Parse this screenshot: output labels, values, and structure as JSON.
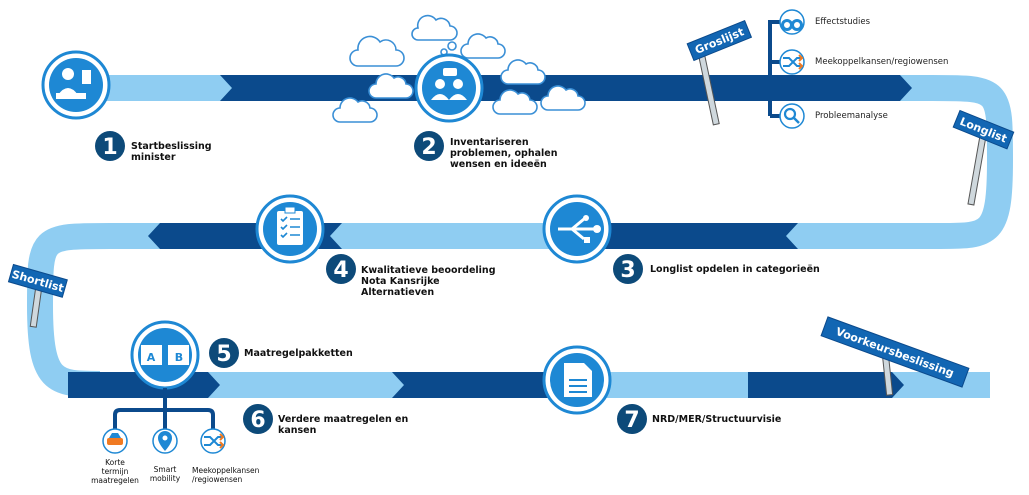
{
  "steps": [
    {
      "num": "1",
      "label": "Startbeslissing\nminister"
    },
    {
      "num": "2",
      "label": "Inventariseren\nproblemen, ophalen\nwensen en ideeën"
    },
    {
      "num": "3",
      "label": "Longlist opdelen in categorieën"
    },
    {
      "num": "4",
      "label": "Kwalitatieve beoordeling\nNota Kansrijke\nAlternatieven"
    },
    {
      "num": "5",
      "label": "Maatregelpakketten"
    },
    {
      "num": "6",
      "label": "Verdere maatregelen en\nkansen"
    },
    {
      "num": "7",
      "label": "NRD/MER/Structuurvisie"
    }
  ],
  "signs": {
    "groslijst": "Groslijst",
    "longlist": "Longlist",
    "shortlist": "Shortlist",
    "voorkeur": "Voorkeursbeslissing"
  },
  "branch_top": [
    {
      "label": "Effectstudies",
      "icon": "binoculars-icon"
    },
    {
      "label": "Meekoppelkansen/regiowensen",
      "icon": "shuffle-icon"
    },
    {
      "label": "Probleemanalyse",
      "icon": "magnifier-icon"
    }
  ],
  "branch_bottom": [
    {
      "label": "Korte\ntermijn\nmaatregelen",
      "icon": "car-icon"
    },
    {
      "label": "Smart\nmobility",
      "icon": "location-pin-icon"
    },
    {
      "label": "Meekoppelkansen\n/regiowensen",
      "icon": "shuffle-icon"
    }
  ],
  "ab_letters": [
    "A",
    "B"
  ],
  "colors": {
    "light": "#8fcdf2",
    "dark": "#0b4a8c",
    "numcircle": "#0d4a79",
    "icon": "#1e88d4",
    "sign": "#1266b3"
  }
}
